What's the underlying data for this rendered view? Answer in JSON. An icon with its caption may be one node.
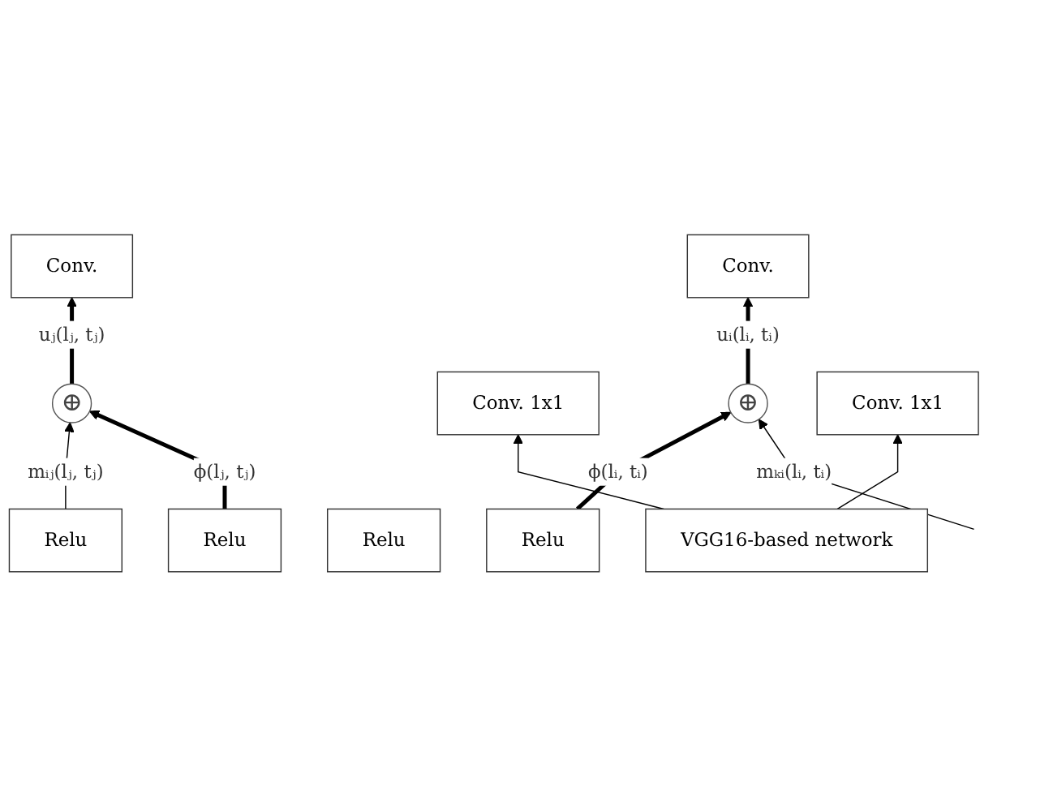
{
  "diagram": {
    "nodes": [
      {
        "text": [
          "Relu"
        ]
      },
      {
        "text": [
          "Conv."
        ]
      },
      {
        "text": [
          "⊕"
        ]
      },
      {
        "text": [
          "Relu"
        ]
      },
      {
        "text": [
          "Conv. 1x1"
        ]
      },
      {
        "text": [
          "Relu"
        ]
      },
      {
        "text": [
          "Conv."
        ]
      },
      {
        "text": [
          "⊕"
        ]
      },
      {
        "text": [
          "Relu"
        ]
      },
      {
        "text": [
          "Conv. 1x1"
        ]
      },
      {
        "text": [
          "VGG16-based network"
        ]
      }
    ],
    "edges": [
      {
        "from": 10,
        "to": 4,
        "arrow": "to"
      },
      {
        "from": 10,
        "to": 9,
        "arrow": "to"
      },
      {
        "from": 3,
        "to": 2,
        "arrow": "to",
        "label": "ϕ(lᵢ, tᵢ)",
        "style": "thick"
      },
      {
        "from": 2,
        "to": 1,
        "arrow": "to",
        "label": "uᵢ(lᵢ, tᵢ)",
        "style": "thick"
      },
      {
        "from": null,
        "to": 2,
        "arrow": "to",
        "label": "mₖᵢ(lᵢ, tᵢ)"
      },
      {
        "from": 0,
        "to": 7,
        "arrow": "to",
        "label": "mᵢⱼ(lⱼ, tⱼ)"
      },
      {
        "from": 8,
        "to": 7,
        "arrow": "to",
        "label": "ϕ(lⱼ, tⱼ)",
        "style": "thick"
      },
      {
        "from": 7,
        "to": 6,
        "arrow": "to",
        "label": "uⱼ(lⱼ, tⱼ)",
        "style": "thick"
      }
    ]
  }
}
